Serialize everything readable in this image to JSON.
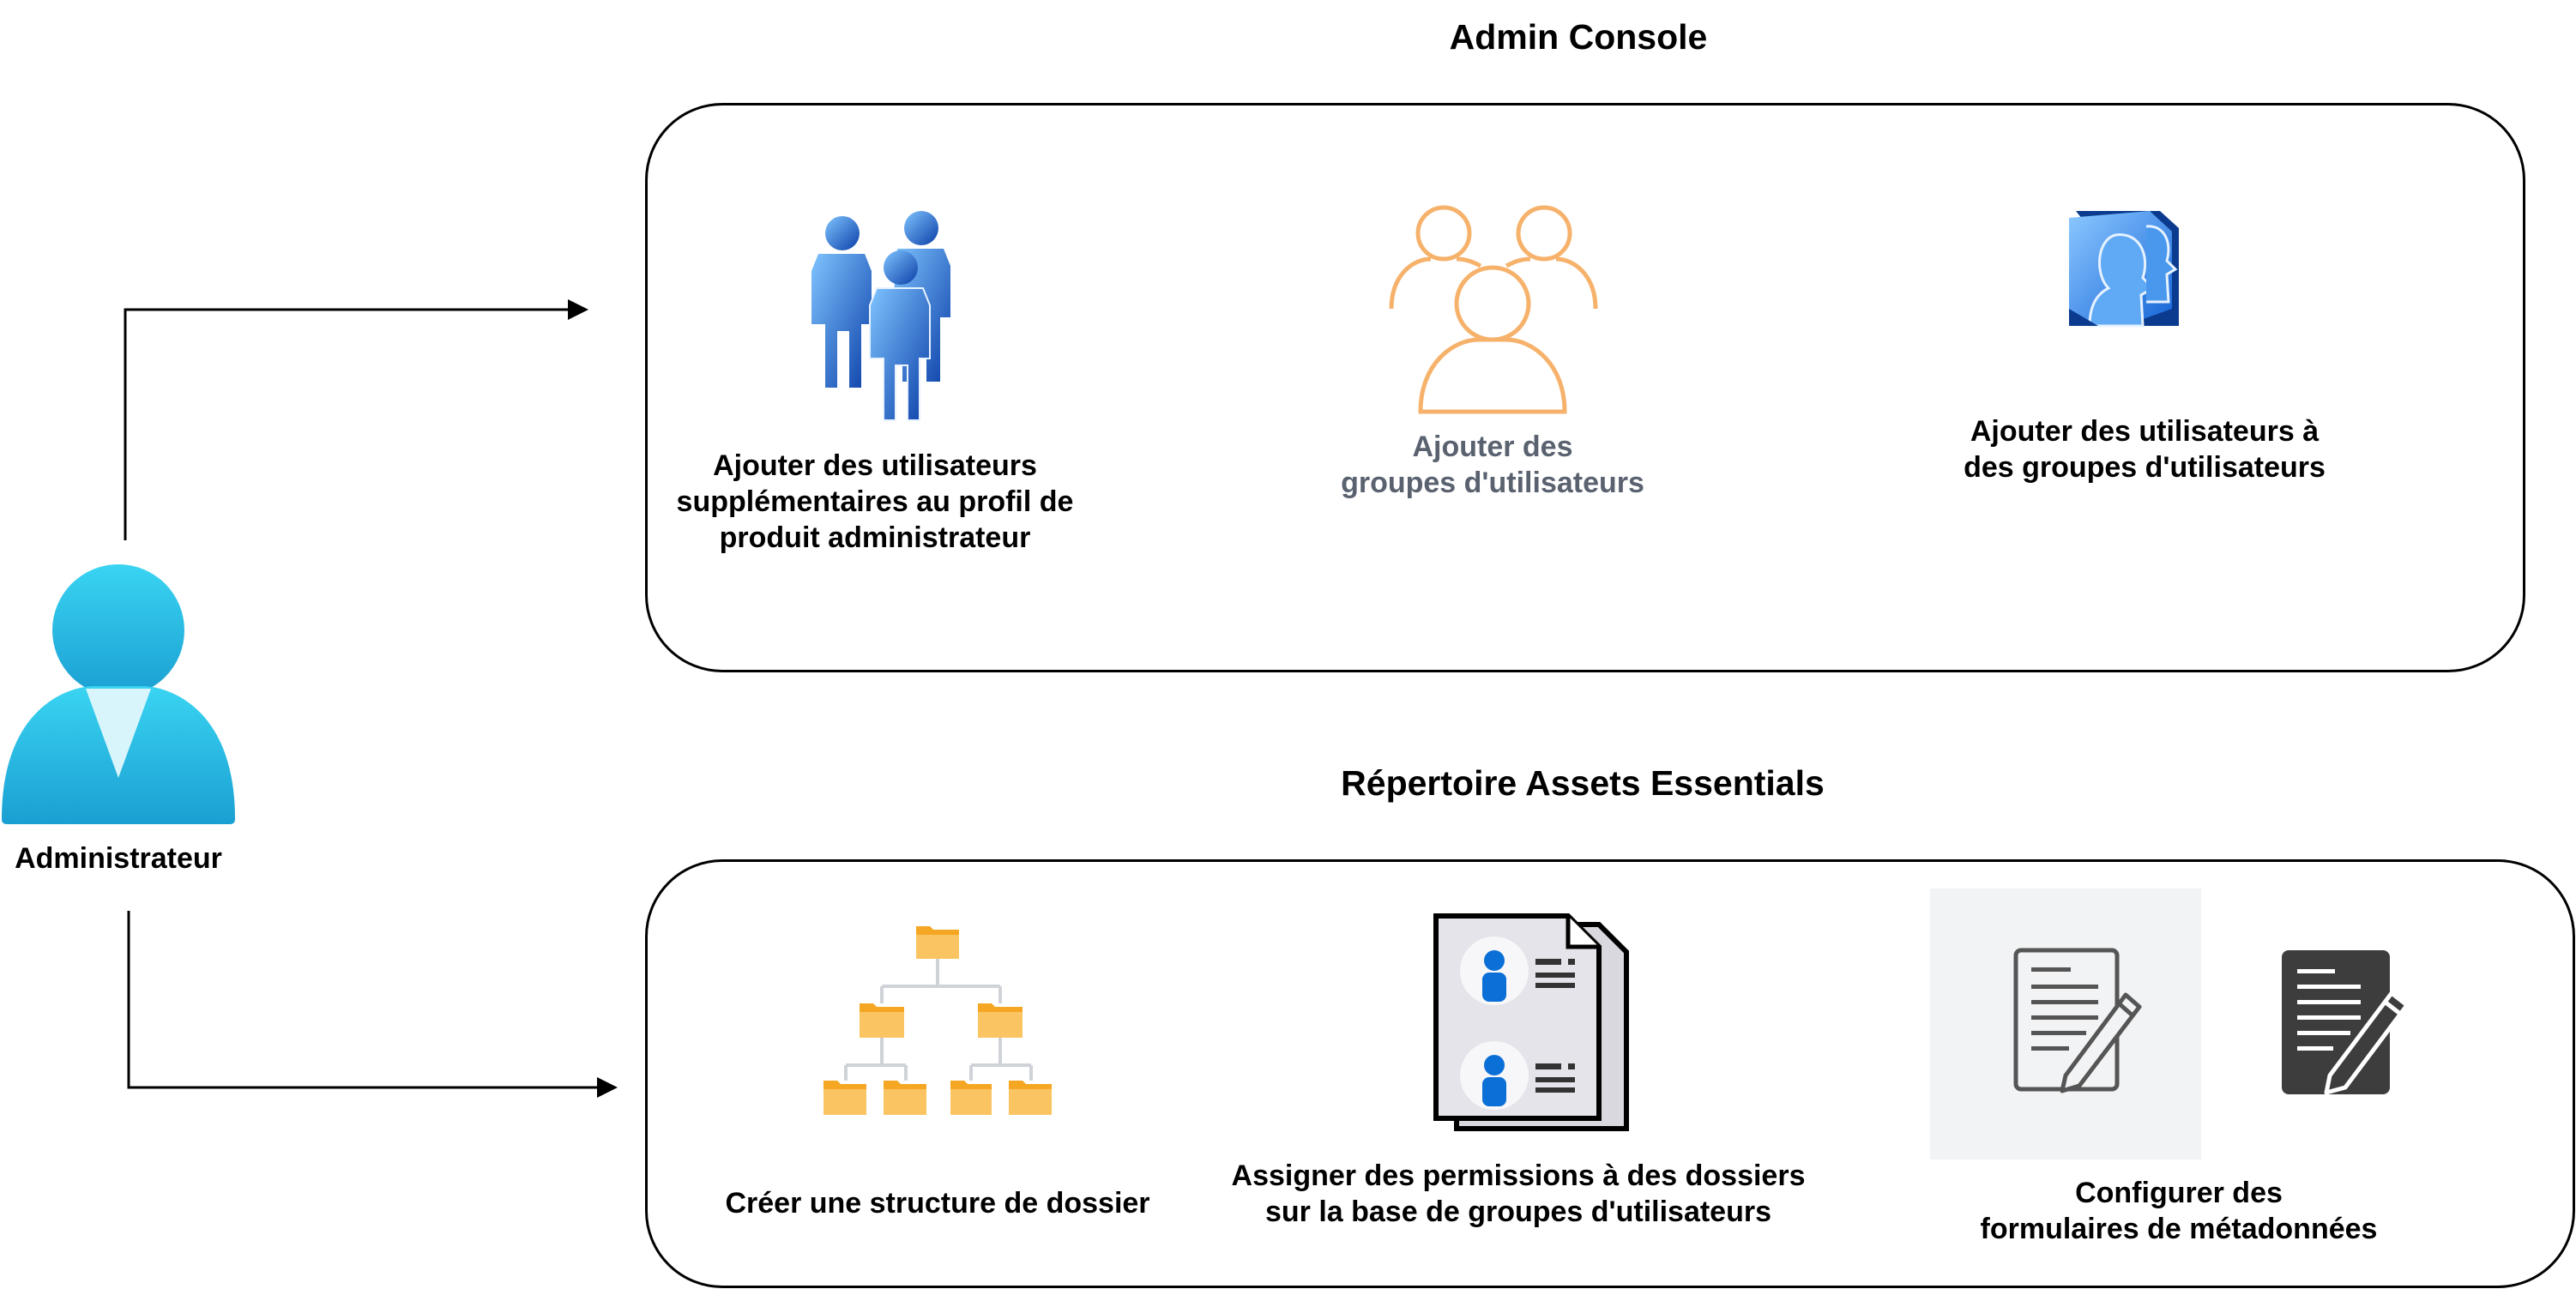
{
  "titles": {
    "admin_console": "Admin Console",
    "repository": "Répertoire Assets Essentials"
  },
  "actor": {
    "label": "Administrateur",
    "icon": "administrator-user-icon"
  },
  "admin_console": {
    "items": [
      {
        "icon": "users-group-icon",
        "label": "Ajouter des utilisateurs\nsupplémentaires au profil de\nproduit administrateur"
      },
      {
        "icon": "user-group-outline-icon",
        "label": "Ajouter des\ngroupes d'utilisateurs"
      },
      {
        "icon": "user-profiles-icon",
        "label": "Ajouter des utilisateurs à\ndes groupes d'utilisateurs"
      }
    ]
  },
  "repository": {
    "items": [
      {
        "icon": "folder-tree-icon",
        "label": "Créer une structure de dossier"
      },
      {
        "icon": "user-documents-icon",
        "label": "Assigner des permissions à des dossiers\nsur la base de groupes d'utilisateurs"
      },
      {
        "icon": "metadata-form-edit-icons",
        "label": "Configurer des\nformulaires de métadonnées"
      }
    ]
  },
  "colors": {
    "blue_users": "#1b6fe0",
    "orange_outline": "#f6b26b",
    "actor_cyan": "#2ec7ea",
    "folder_orange": "#f5a623",
    "doc_blue": "#0a6fd6"
  }
}
